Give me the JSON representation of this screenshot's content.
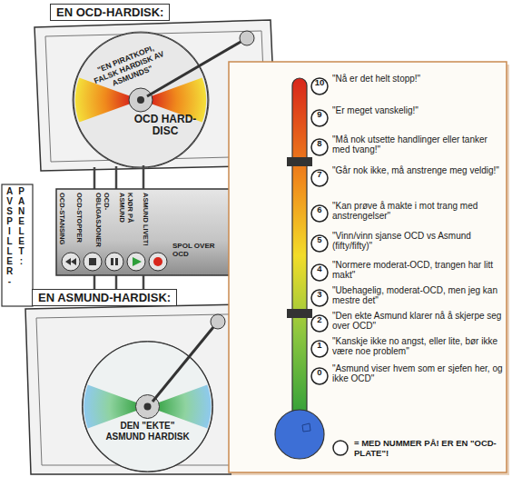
{
  "diagram": {
    "nodes": [
      {
        "text": [
          "EN OCD-HARDISK:"
        ]
      },
      {
        "text": [
          "\"EN PIRATKOPI, FALSK HARDISK AV ASMUNDS\"",
          "OCD HARD-DISC"
        ],
        "in": 0
      },
      {
        "text": [
          "AVSPILLER-PANELET:"
        ]
      },
      {
        "text": [
          "EN ASMUND-HARDISK:"
        ]
      },
      {
        "text": [
          "DEN \"EKTE\" ASMUND HARDISK"
        ],
        "in": 3
      },
      {
        "text": [
          "10",
          "\"Nå er det helt stopp!\""
        ]
      },
      {
        "text": [
          "9",
          "\"Er meget vanskelig!\""
        ]
      },
      {
        "text": [
          "8",
          "\"Må nok utsette handlinger eller tanker med tvang!\""
        ]
      },
      {
        "text": [
          "7",
          "\"Går nok ikke, må anstrenge meg veldig!\""
        ]
      },
      {
        "text": [
          "6",
          "\"Kan prøve å makte i mot trang med anstrengelser\""
        ]
      },
      {
        "text": [
          "5",
          "\"Vinn/vinn sjanse OCD vs Asmund (fifty/fifty)\""
        ]
      },
      {
        "text": [
          "4",
          "\"Normere moderat-OCD, trangen har litt makt\""
        ]
      },
      {
        "text": [
          "3",
          "\"Ubehagelig, moderat-OCD, men jeg kan mestre det\""
        ]
      },
      {
        "text": [
          "2",
          "\"Den ekte Asmund klarer nå å skjerpe seg over OCD\""
        ]
      },
      {
        "text": [
          "1",
          "\"Kanskje ikke no angst, eller lite, bør ikke være noe problem\""
        ]
      },
      {
        "text": [
          "0",
          "\"Asmund viser hvem som er sjefen her, og ikke OCD\""
        ]
      }
    ],
    "edges": [
      {
        "from": 0,
        "to": 2,
        "arrow": "none"
      },
      {
        "from": 2,
        "to": 3,
        "arrow": "none"
      }
    ],
    "labels": [
      "OCD-STANSING",
      "OCD-STOPPER",
      "OCD-OBLIGASJONER",
      "KJØR PÅ ASMUND",
      "ASMUND LIVET!",
      "SPOL OVER OCD"
    ],
    "legend": [
      {
        "text": "= MED NUMMER PÅ! ER EN \"OCD-PLATE\"!"
      }
    ]
  }
}
